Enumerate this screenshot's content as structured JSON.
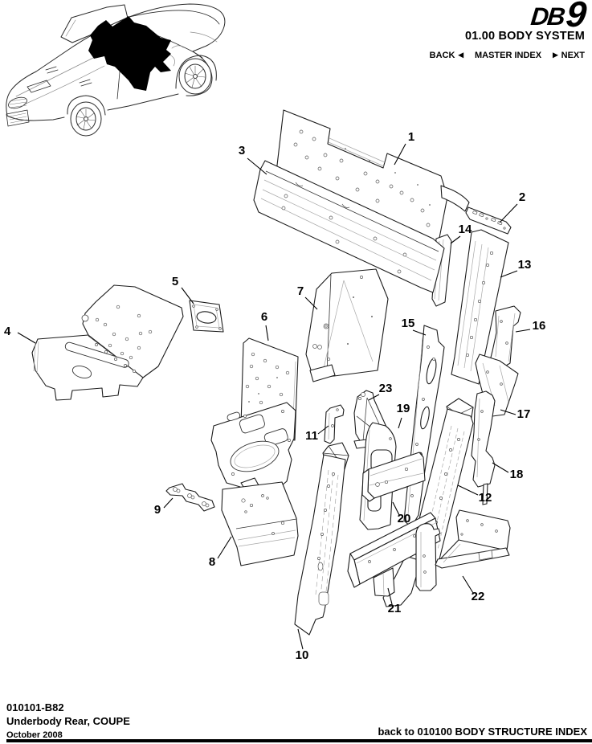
{
  "header": {
    "logo": {
      "db": "DB",
      "nine": "9"
    },
    "title": "01.00 BODY SYSTEM",
    "nav": {
      "back": "BACK",
      "back_arrow": "◀",
      "master_index": "MASTER INDEX",
      "next_arrow": "▶",
      "next": "NEXT"
    }
  },
  "diagram": {
    "callouts": [
      {
        "label": "1"
      },
      {
        "label": "2"
      },
      {
        "label": "3"
      },
      {
        "label": "4"
      },
      {
        "label": "5"
      },
      {
        "label": "6"
      },
      {
        "label": "7"
      },
      {
        "label": "8"
      },
      {
        "label": "9"
      },
      {
        "label": "10"
      },
      {
        "label": "11"
      },
      {
        "label": "12"
      },
      {
        "label": "13"
      },
      {
        "label": "14"
      },
      {
        "label": "15"
      },
      {
        "label": "16"
      },
      {
        "label": "17"
      },
      {
        "label": "18"
      },
      {
        "label": "19"
      },
      {
        "label": "20"
      },
      {
        "label": "21"
      },
      {
        "label": "22"
      },
      {
        "label": "23"
      }
    ]
  },
  "footer": {
    "doc_number": "010101-B82",
    "doc_title": "Underbody Rear, COUPE",
    "date": "October 2008",
    "back_link": "back to 010100 BODY STRUCTURE INDEX"
  },
  "colors": {
    "outline": "#1c1c1c",
    "detail_line": "#a8a8a8",
    "highlight_fill": "#000000",
    "background": "#ffffff"
  }
}
